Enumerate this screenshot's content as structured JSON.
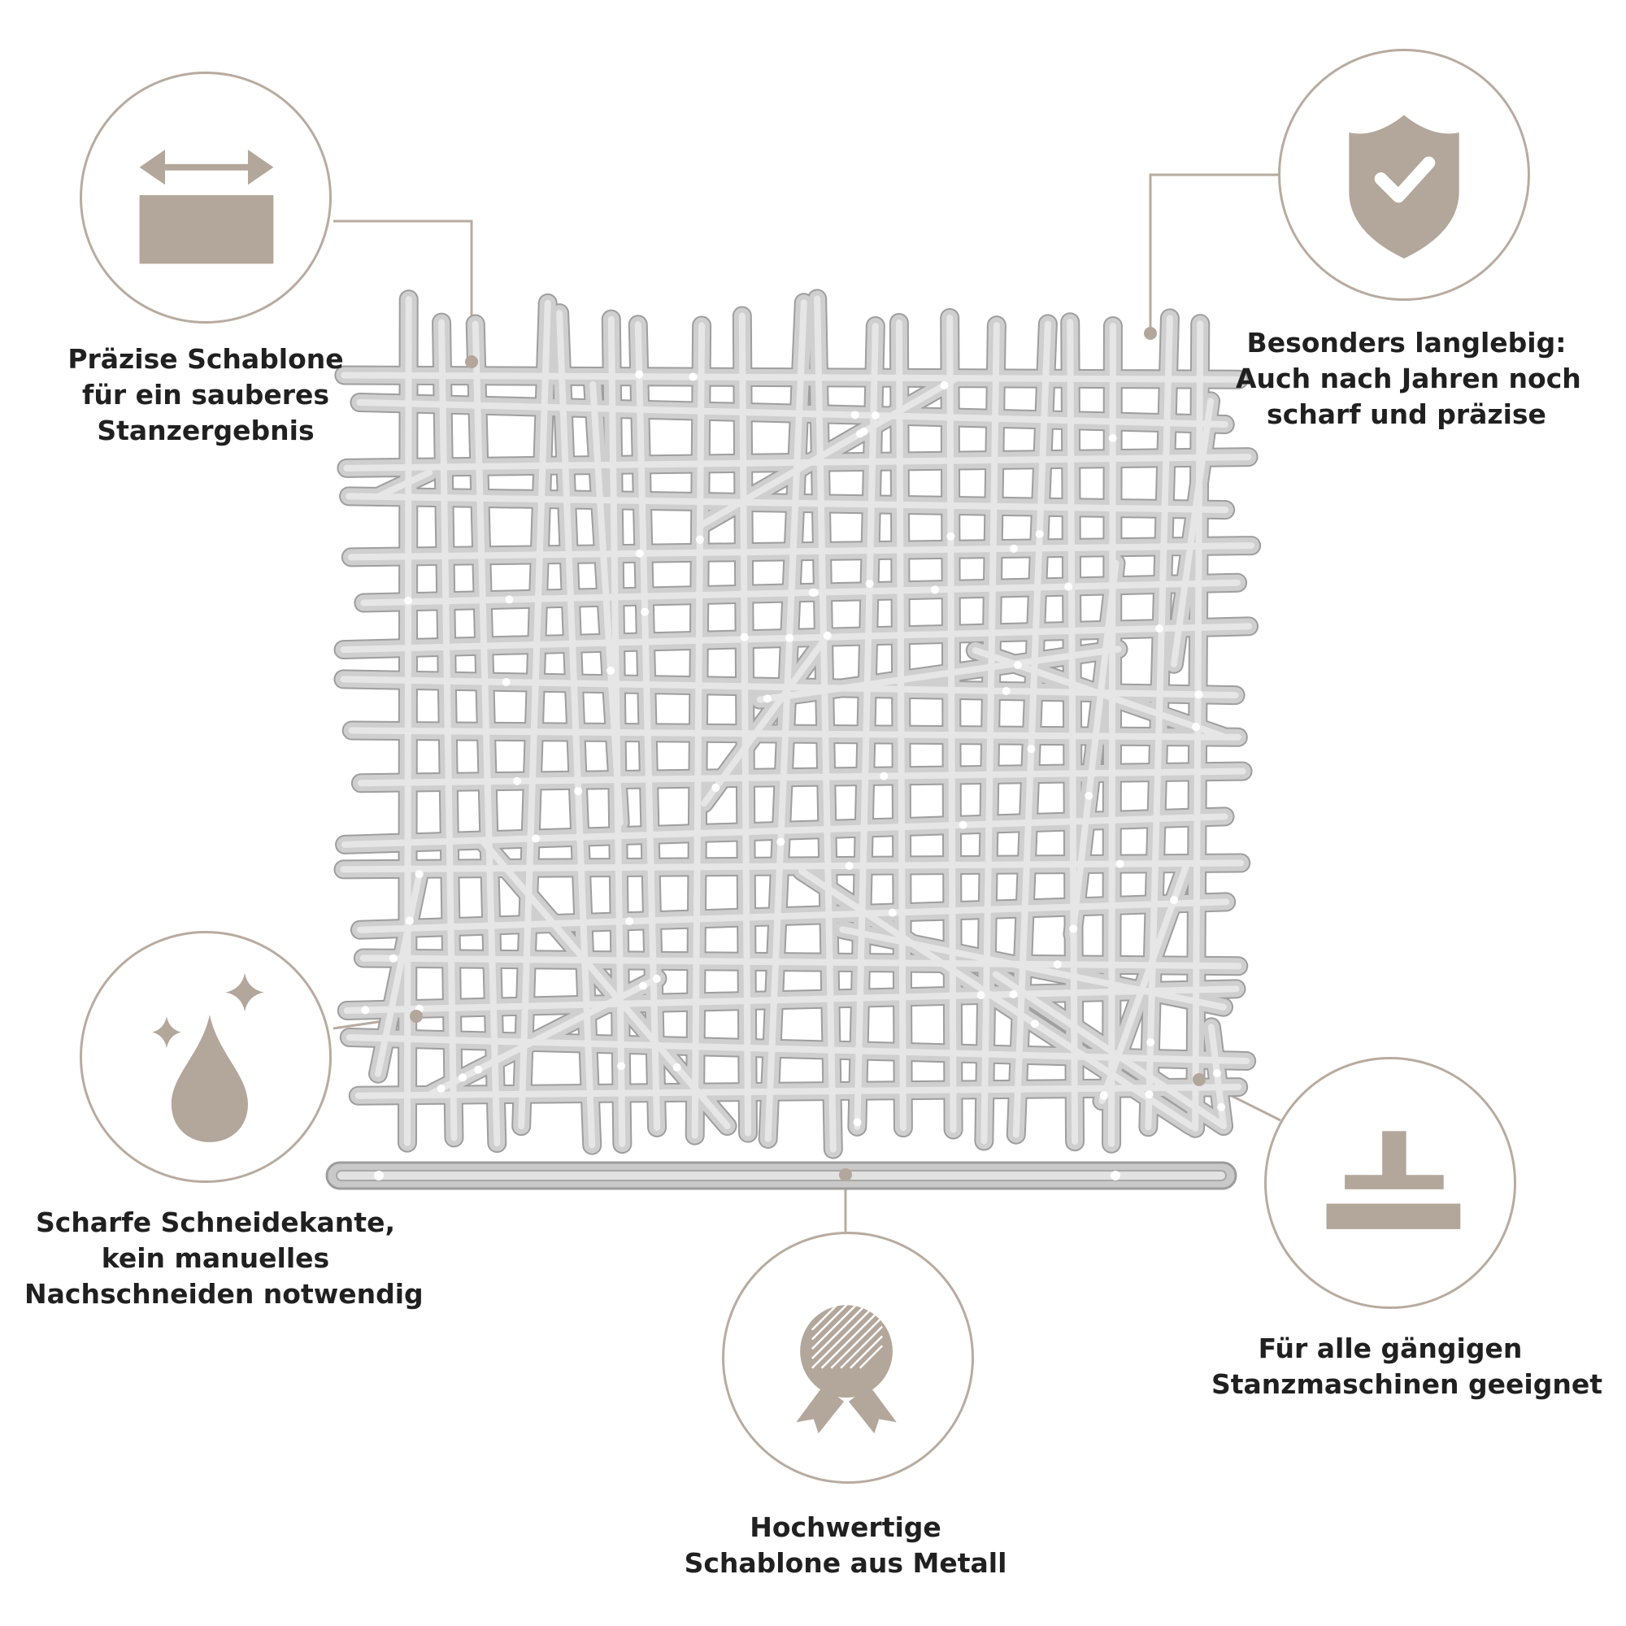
{
  "colors": {
    "accent": "#b3a69a",
    "circle_border": "#b8ab9f",
    "connector": "#b8ab9f",
    "metal": "#c9c9c9",
    "text": "#202020"
  },
  "features": [
    {
      "id": "precise-stencil",
      "icon": "width-arrow-icon",
      "lines": [
        "Präzise Schablone",
        "für ein sauberes",
        "Stanzergebnis"
      ]
    },
    {
      "id": "durable",
      "icon": "shield-check-icon",
      "lines": [
        "Besonders langlebig:",
        "Auch nach Jahren noch",
        "scharf und präzise"
      ]
    },
    {
      "id": "sharp-edge",
      "icon": "droplet-sparkle-icon",
      "lines": [
        "Scharfe Schneidekante,",
        "kein manuelles",
        "Nachschneiden notwendig"
      ]
    },
    {
      "id": "compatible",
      "icon": "press-stamp-icon",
      "lines": [
        "Für alle gängigen",
        "Stanzmaschinen geeignet"
      ]
    },
    {
      "id": "quality-metal",
      "icon": "award-medal-icon",
      "lines": [
        "Hochwertige",
        "Schablone aus Metall"
      ]
    }
  ]
}
